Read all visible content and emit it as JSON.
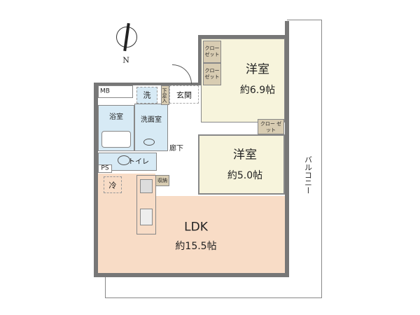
{
  "compass": {
    "north_label": "N"
  },
  "rooms": {
    "bedroom1": {
      "name": "洋室",
      "size": "約6.9帖"
    },
    "bedroom2": {
      "name": "洋室",
      "size": "約5.0帖"
    },
    "ldk": {
      "name": "LDK",
      "size": "約15.5帖"
    },
    "closet1": "クロー ゼット",
    "closet2": "クロー ゼット",
    "closet3": "クロー ゼット",
    "bath": "浴室",
    "washroom": "洗面室",
    "laundry": "洗",
    "shoe_storage": "下足入",
    "entrance": "玄関",
    "hallway": "廊下",
    "toilet": "トイレ",
    "mb": "MB",
    "ps": "PS",
    "fridge": "冷",
    "storage": "収納",
    "balcony": "バルコニー"
  },
  "colors": {
    "ldk": "#f8dcc6",
    "bedroom": "#f7f4dc",
    "wet": "#d7eaf5",
    "closet": "#d8ccb2",
    "wall": "#777777"
  }
}
